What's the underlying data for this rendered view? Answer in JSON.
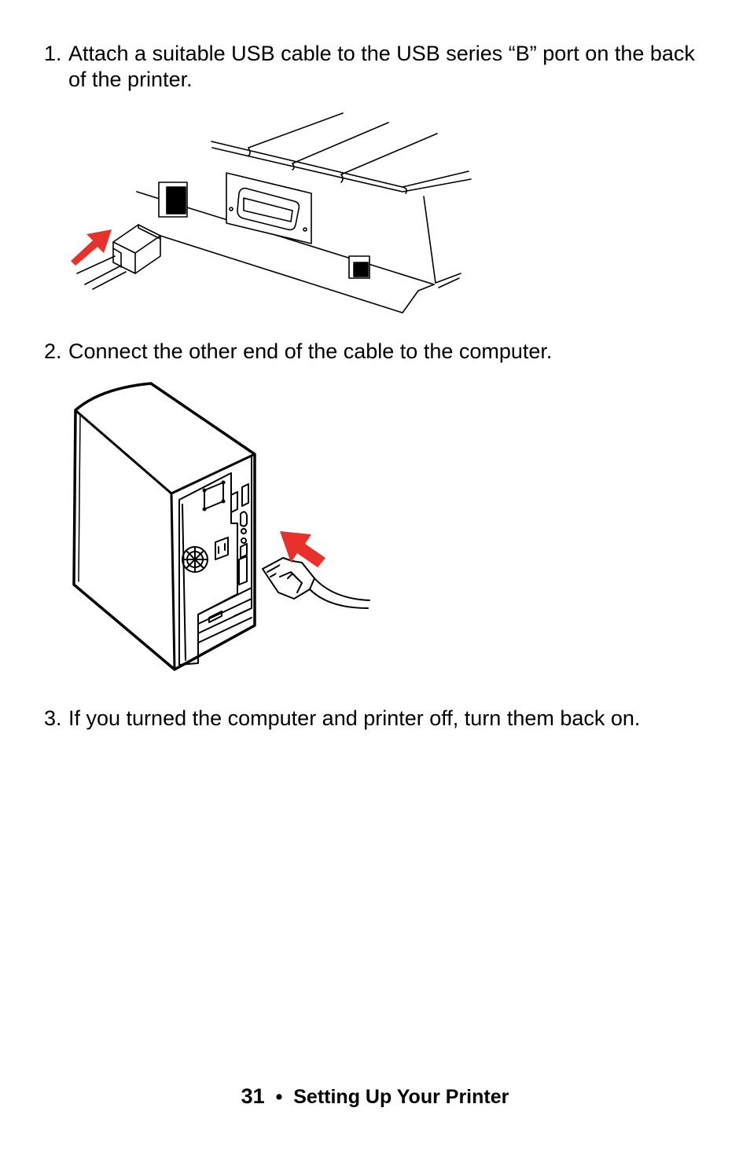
{
  "steps": [
    {
      "number": "1.",
      "text": "Attach a suitable USB cable to the USB series “B” port on the back of the printer."
    },
    {
      "number": "2.",
      "text": "Connect the other end of the cable to the computer."
    },
    {
      "number": "3.",
      "text": "If you turned the computer and printer off, turn them back on."
    }
  ],
  "footer": {
    "page_number": "31",
    "separator": "•",
    "section_title": "Setting Up Your Printer"
  },
  "colors": {
    "arrow": "#e8312a",
    "line": "#000000"
  }
}
